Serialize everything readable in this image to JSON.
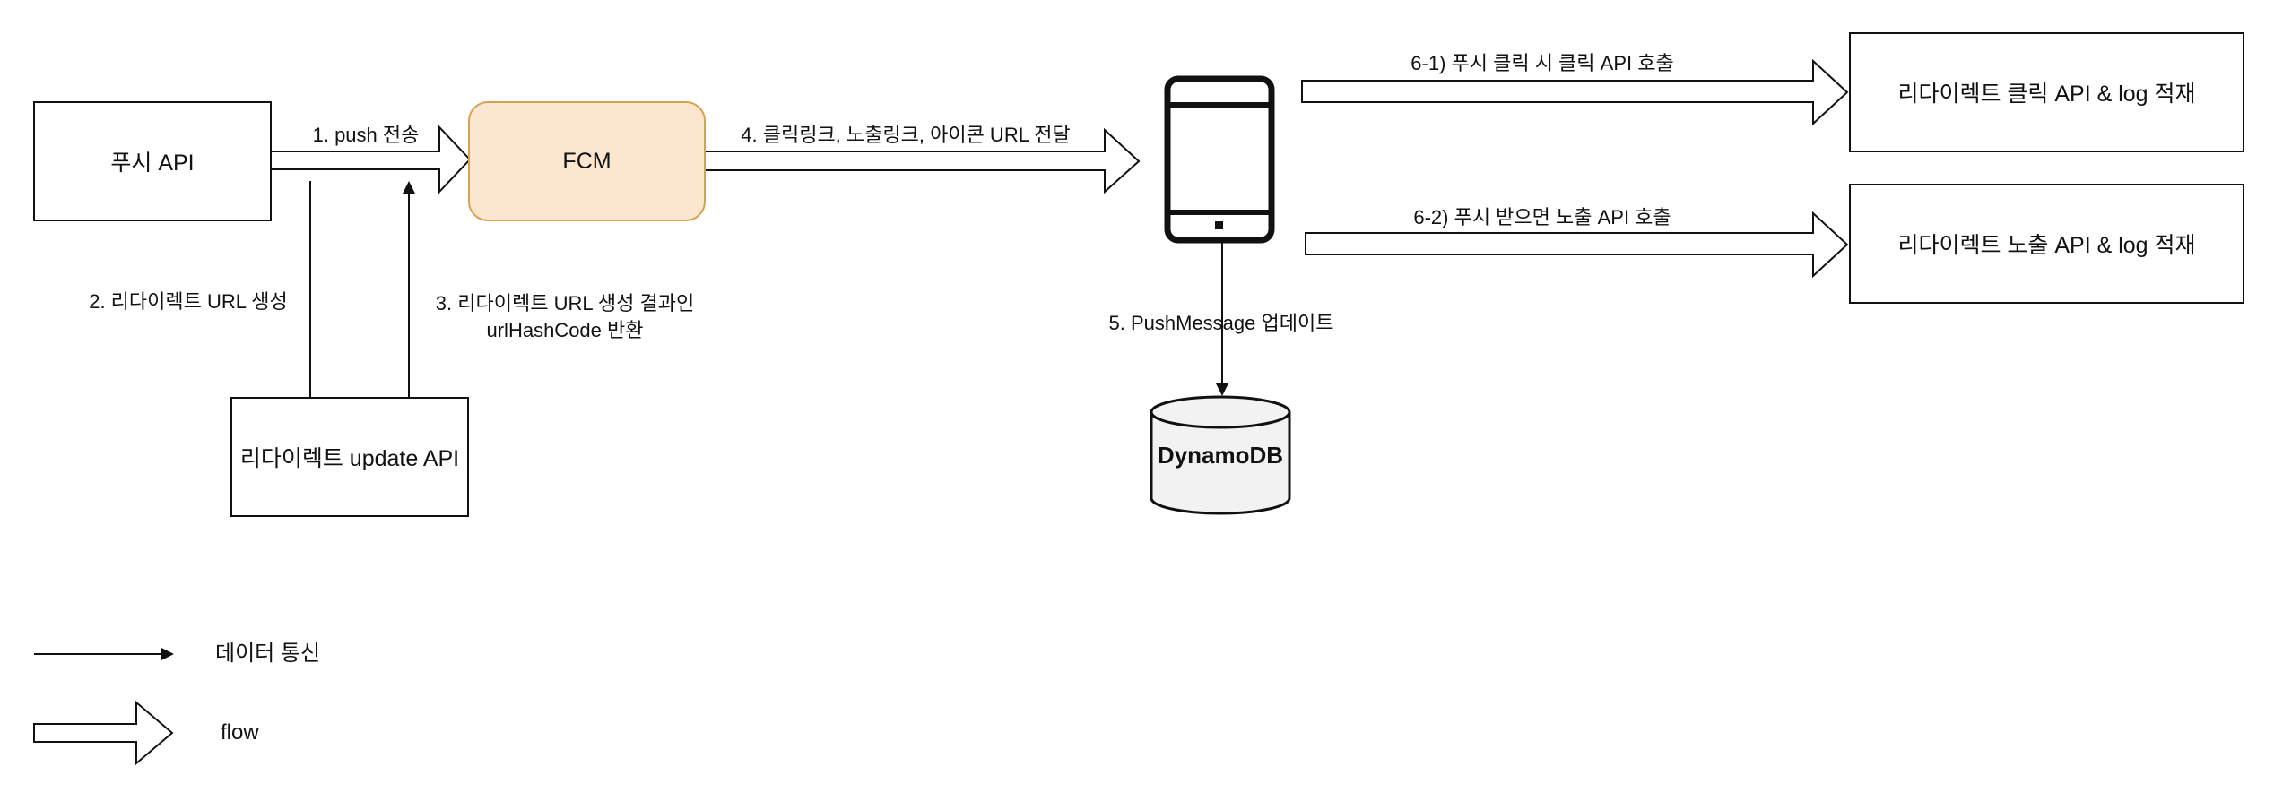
{
  "nodes": {
    "push_api": "푸시 API",
    "fcm": "FCM",
    "redirect_update_api": "리다이렉트 update API",
    "click_api": "리다이렉트 클릭 API & log 적재",
    "exposure_api": "리다이렉트 노출 API & log 적재",
    "dynamodb": "DynamoDB"
  },
  "edges": {
    "step1": "1. push 전송",
    "step2": "2. 리다이렉트 URL 생성",
    "step3_line1": "3. 리다이렉트 URL 생성 결과인",
    "step3_line2": "urlHashCode 반환",
    "step4": "4. 클릭링크, 노출링크, 아이콘 URL 전달",
    "step5": "5. PushMessage 업데이트",
    "step6_1": "6-1) 푸시 클릭 시 클릭 API 호출",
    "step6_2": "6-2) 푸시 받으면 노출 API 호출"
  },
  "legend": {
    "data_comm": "데이터 통신",
    "flow": "flow"
  },
  "icons": {
    "phone": "smartphone-icon",
    "database": "database-cylinder-icon"
  },
  "colors": {
    "fcm_fill": "#fbe6cf",
    "fcm_border": "#d5a24e",
    "db_fill": "#f2f2f2",
    "stroke": "#111111"
  }
}
